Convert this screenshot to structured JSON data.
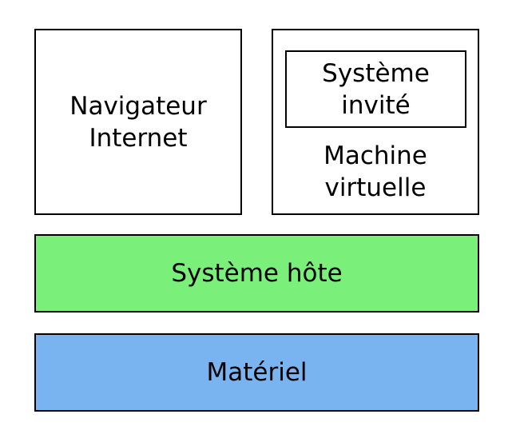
{
  "diagram": {
    "browser": {
      "label": "Navigateur\nInternet"
    },
    "virtual_machine": {
      "label": "Machine\nvirtuelle",
      "guest_system": {
        "label": "Système\ninvité"
      }
    },
    "host_system": {
      "label": "Système hôte",
      "color": "#7af07a"
    },
    "hardware": {
      "label": "Matériel",
      "color": "#7ab4f0"
    }
  }
}
